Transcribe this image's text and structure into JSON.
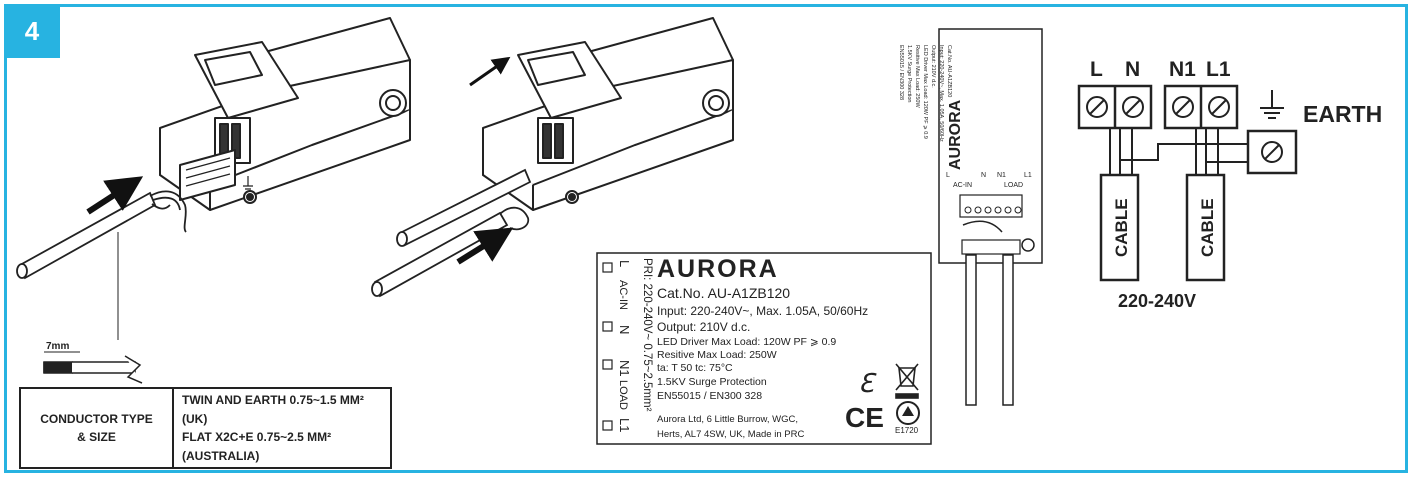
{
  "step_number": "4",
  "conductor_table": {
    "header_line1": "CONDUCTOR TYPE",
    "header_line2": "& SIZE",
    "line1": "TWIN AND EARTH 0.75~1.5 MM² (UK)",
    "line2": "FLAT X2C+E 0.75~2.5 MM² (AUSTRALIA)"
  },
  "strip_length": "7mm",
  "label": {
    "brand": "AURORA",
    "cat_no": "Cat.No. AU-A1ZB120",
    "input": "Input: 220-240V~, Max. 1.05A, 50/60Hz",
    "output": "Output: 210V d.c.",
    "led_max": "LED Driver Max Load: 120W PF ⩾ 0.9",
    "resistive_max": "Resitive Max Load: 250W",
    "ta_tc": "ta: T 50    tc: 75°C",
    "surge": "1.5KV Surge Protection",
    "standards": "EN55015 / EN300 328",
    "address1": "Aurora Ltd, 6 Little Burrow, WGC,",
    "address2": "Herts, AL7 4SW, UK, Made in PRC",
    "pri": "PRI: 220-240V~ 0.75~2.5mm²",
    "terminal_L": "L",
    "terminal_N": "N",
    "terminal_N1": "N1",
    "terminal_L1": "L1",
    "ac_in": "AC-IN",
    "load": "LOAD",
    "rcm_code": "E1720"
  },
  "wiring": {
    "L": "L",
    "N": "N",
    "N1": "N1",
    "L1": "L1",
    "earth": "EARTH",
    "cable_left": "CABLE",
    "cable_right": "CABLE",
    "voltage": "220-240V"
  }
}
